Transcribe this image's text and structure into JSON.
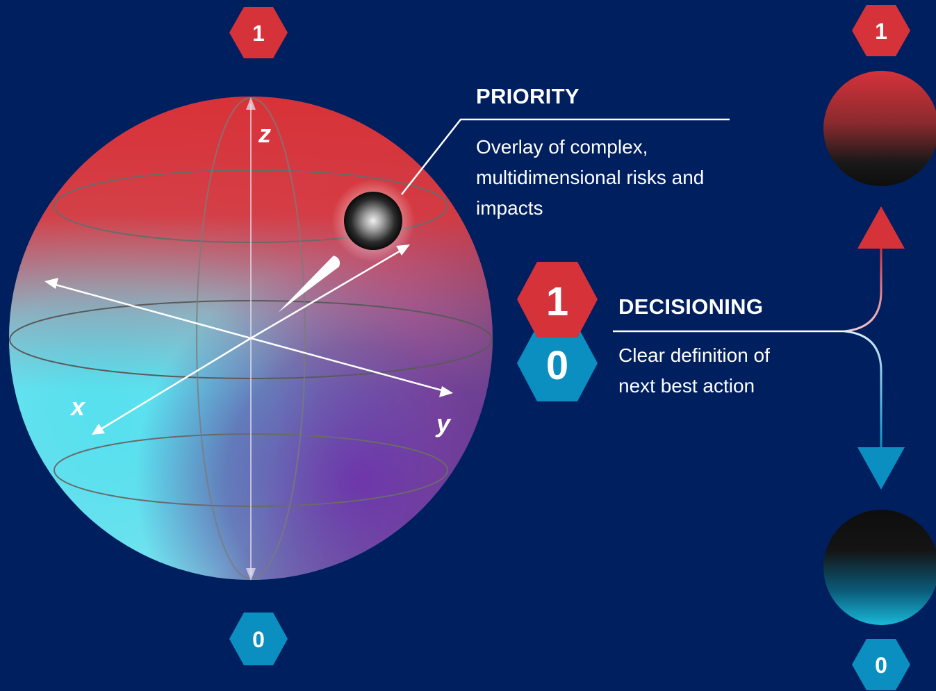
{
  "sphere": {
    "axis_labels": {
      "z": "z",
      "x": "x",
      "y": "y"
    },
    "top_state": "1",
    "bottom_state": "0"
  },
  "priority": {
    "title": "PRIORITY",
    "description_lines": [
      "Overlay of complex,",
      "multidimensional risks and",
      "impacts"
    ]
  },
  "decisioning": {
    "title": "DECISIONING",
    "description_lines": [
      "Clear definition of",
      "next best action"
    ],
    "state_one": "1",
    "state_zero": "0"
  },
  "outcomes": {
    "top_state": "1",
    "bottom_state": "0"
  },
  "colors": {
    "background": "#001f5f",
    "red": "#d6323a",
    "blue": "#0a8fc0",
    "cyan": "#55d6e8",
    "purple": "#5a2a8a"
  }
}
